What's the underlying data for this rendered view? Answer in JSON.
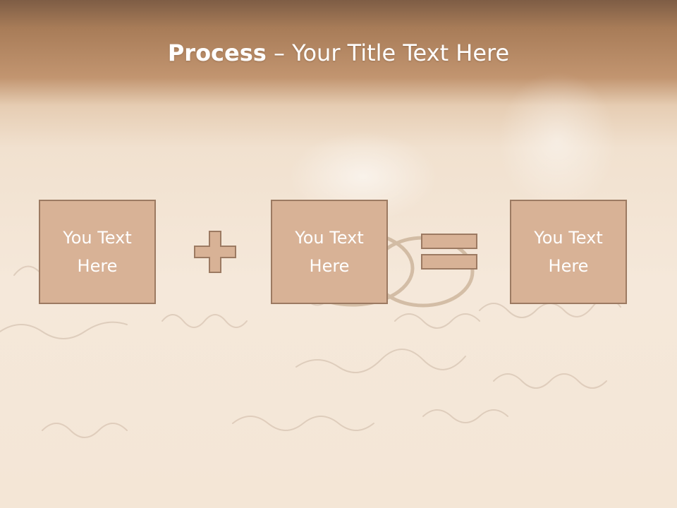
{
  "slide": {
    "title_bold": "Process",
    "title_dash": " – ",
    "title_rest": "Your Title Text Here"
  },
  "boxes": [
    {
      "text": "You Text Here"
    },
    {
      "text": "You Text Here"
    },
    {
      "text": "You Text Here"
    }
  ],
  "operators": [
    "plus-icon",
    "equals-icon"
  ],
  "colors": {
    "box_fill": "#d8b296",
    "box_border": "#9c7a62",
    "header_brown": "#a87c58",
    "background": "#f5e8da",
    "text": "#ffffff"
  }
}
